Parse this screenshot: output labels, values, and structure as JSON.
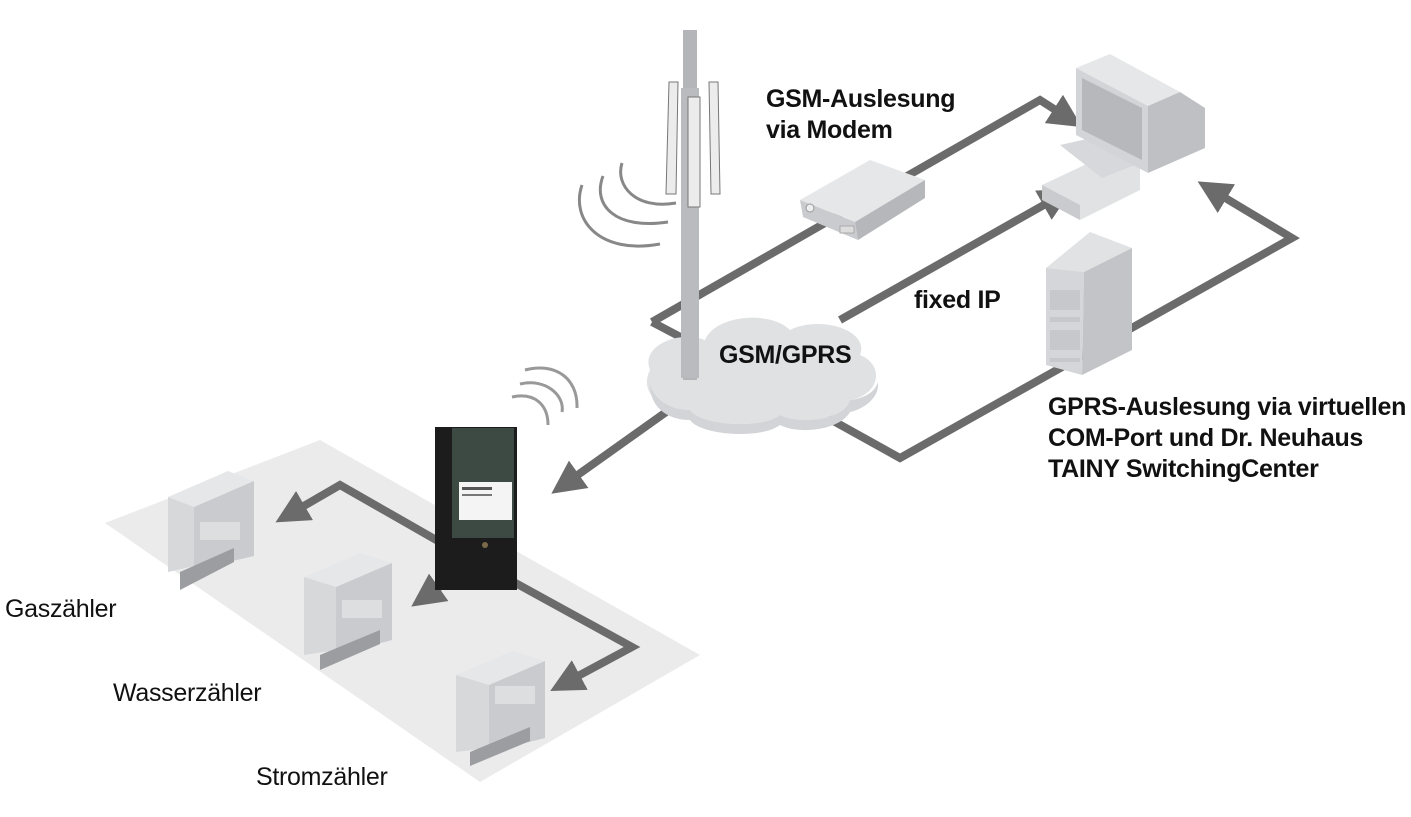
{
  "diagram": {
    "title": "",
    "colors": {
      "arrow": "#6b6b6b",
      "device_light": "#e2e4e6",
      "device_mid": "#c9cbce",
      "device_dark": "#a9abae",
      "floor": "#ebebec",
      "cloud": "#dfe1e3",
      "meter_body": "#1c1c1c",
      "text": "#111111"
    },
    "labels": {
      "gsm_readout": [
        "GSM-Auslesung",
        "via Modem"
      ],
      "fixed_ip": "fixed IP",
      "network": "GSM/GPRS",
      "gprs_readout": [
        "GPRS-Auslesung via virtuellen",
        "COM-Port und Dr. Neuhaus",
        "TAINY SwitchingCenter"
      ],
      "gas_meter": "Gaszähler",
      "water_meter": "Wasserzähler",
      "power_meter": "Stromzähler"
    },
    "nodes": [
      {
        "id": "antenna-tower",
        "label": "",
        "icon": "antenna-tower"
      },
      {
        "id": "network-cloud",
        "label": "GSM/GPRS",
        "icon": "cloud"
      },
      {
        "id": "modem",
        "label": "GSM-Auslesung via Modem",
        "icon": "modem"
      },
      {
        "id": "pc",
        "label": "",
        "icon": "desktop-computer"
      },
      {
        "id": "server",
        "label": "GPRS-Auslesung via virtuellen COM-Port und Dr. Neuhaus TAINY SwitchingCenter",
        "icon": "server-tower"
      },
      {
        "id": "smart-meter",
        "label": "",
        "icon": "electricity-meter"
      },
      {
        "id": "gas-meter",
        "label": "Gaszähler",
        "icon": "meter-box"
      },
      {
        "id": "water-meter",
        "label": "Wasserzähler",
        "icon": "meter-box"
      },
      {
        "id": "power-meter",
        "label": "Stromzähler",
        "icon": "meter-box"
      }
    ],
    "edges": [
      {
        "from": "network-cloud",
        "to": "pc",
        "via": "modem",
        "label": "GSM-Auslesung via Modem"
      },
      {
        "from": "network-cloud",
        "to": "pc",
        "label": "fixed IP"
      },
      {
        "from": "network-cloud",
        "to": "pc",
        "via": "server",
        "label": "GPRS-Auslesung via virtuellen COM-Port und Dr. Neuhaus TAINY SwitchingCenter"
      },
      {
        "from": "network-cloud",
        "to": "smart-meter",
        "label": ""
      },
      {
        "from": "smart-meter",
        "to": "gas-meter",
        "label": ""
      },
      {
        "from": "smart-meter",
        "to": "water-meter",
        "label": ""
      },
      {
        "from": "smart-meter",
        "to": "power-meter",
        "label": ""
      }
    ]
  }
}
